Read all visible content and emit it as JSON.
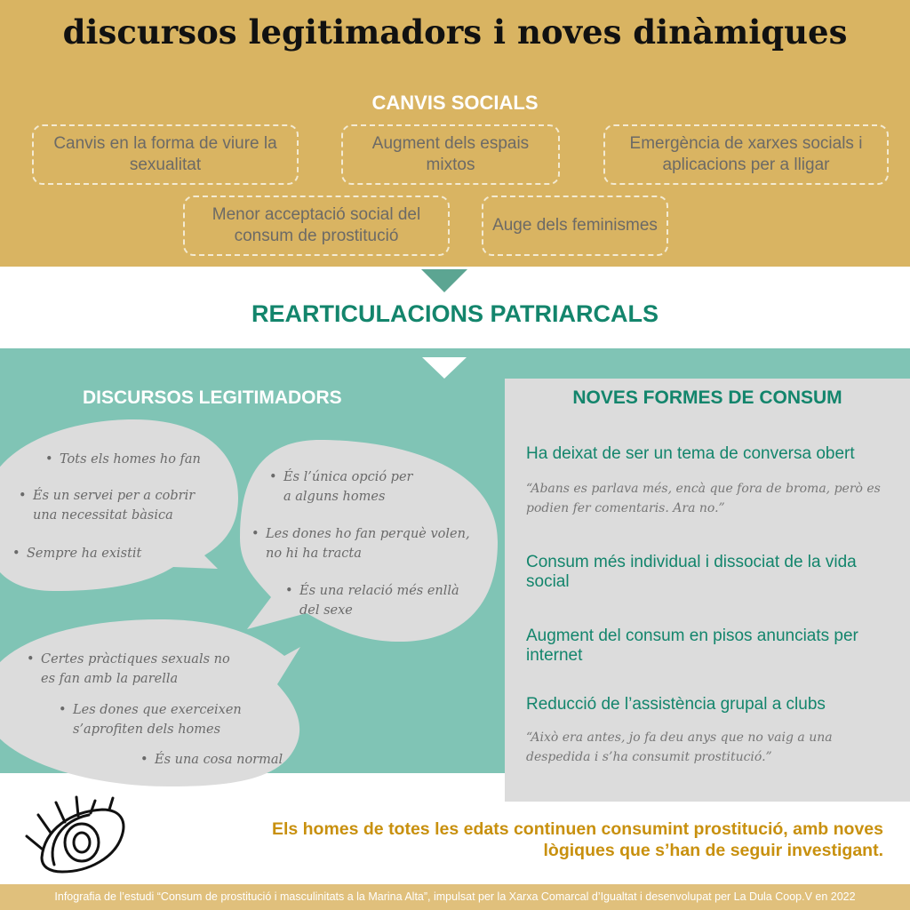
{
  "title": "discursos legitimadors i noves dinàmiques",
  "social_changes": {
    "heading": "CANVIS SOCIALS",
    "items": [
      "Canvis en la forma de viure la sexualitat",
      "Augment dels espais mixtos",
      "Emergència de xarxes socials i aplicacions per a lligar",
      "Menor acceptació social del consum de prostitució",
      "Auge dels feminismes"
    ]
  },
  "rearticulations": "REARTICULACIONS PATRIARCALS",
  "discourses": {
    "heading": "DISCURSOS LEGITIMADORS",
    "bubble1": [
      "Tots els homes ho fan",
      "És un servei per a cobrir una necessitat bàsica",
      "Sempre ha existit"
    ],
    "bubble2": [
      "És l’única opció per a alguns homes",
      "Les dones ho fan perquè volen, no hi ha tracta",
      "És una relació més enllà del sexe"
    ],
    "bubble3": [
      "Certes pràctiques sexuals no es fan amb la parella",
      "Les dones que exerceixen s’aprofiten dels homes",
      "És una cosa normal"
    ]
  },
  "new_forms": {
    "heading": "NOVES FORMES DE CONSUM",
    "items": [
      {
        "title": "Ha deixat de ser un tema de conversa obert",
        "quote": "“Abans es parlava més, encà que fora de broma, però es podien fer comentaris. Ara no.”"
      },
      {
        "title": "Consum més individual i dissociat de la vida social"
      },
      {
        "title": "Augment del consum en pisos anunciats per internet"
      },
      {
        "title": "Reducció de l’assistència grupal a clubs",
        "quote": "“Això era antes, jo fa deu anys que no vaig a una despedida i s’ha consumit prostitució.”"
      }
    ]
  },
  "conclusion": [
    "Els homes de totes les edats continuen consumint prostitució, amb noves",
    "lògiques que s’han de seguir investigant."
  ],
  "footer": "Infografia de l’estudi “Consum de prostitució i masculinitats a la Marina Alta”, impulsat per la Xarxa Comarcal d’Igualtat i desenvolupat per La Dula Coop.V en 2022",
  "colors": {
    "gold": "#d9b462",
    "teal": "#80c4b5",
    "dark_teal": "#13856c",
    "gray": "#dcdcdc",
    "orange": "#c8900e"
  }
}
